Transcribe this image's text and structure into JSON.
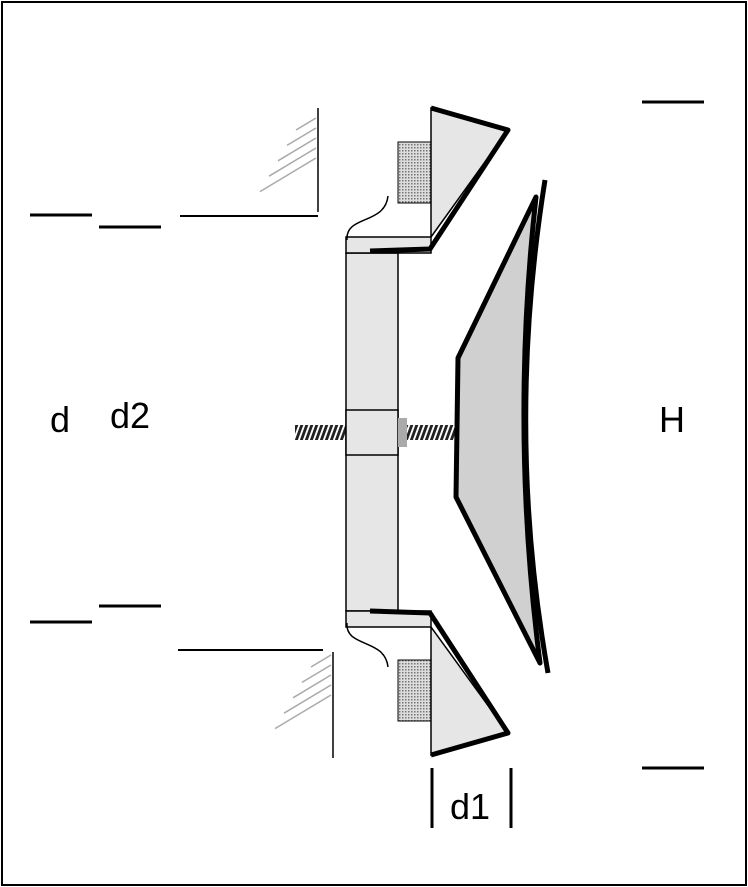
{
  "labels": {
    "d": "d",
    "d2": "d2",
    "d1": "d1",
    "H": "H"
  },
  "colors": {
    "part_fill": "#e6e6e6",
    "dish_fill": "#d0d0d0",
    "foam_fill": "#aaaaaa",
    "hatch": "#aaaaaa"
  }
}
